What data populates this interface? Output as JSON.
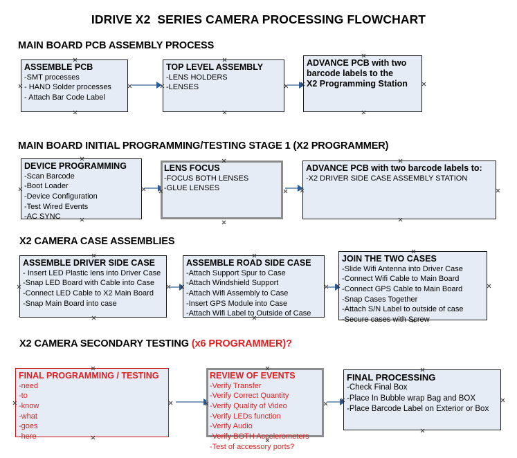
{
  "document": {
    "title": "IDRIVE X2  SERIES CAMERA PROCESSING FLOWCHART"
  },
  "colors": {
    "node_fill": "#e6ecf6",
    "node_border": "#1a1a1a",
    "selected_border": "#8c8c8c",
    "accent_red": "#e02020",
    "connector": "#7f9dc0",
    "arrow": "#2a5c9a"
  },
  "sections": [
    {
      "id": "main-board-pcb-assembly",
      "heading": "MAIN BOARD PCB ASSEMBLY PROCESS",
      "heading_accent": ""
    },
    {
      "id": "main-board-initial-programming",
      "heading": "MAIN BOARD INITIAL PROGRAMMING/TESTING STAGE 1 (X2 PROGRAMMER)",
      "heading_accent": ""
    },
    {
      "id": "x2-camera-case-assemblies",
      "heading": "X2 CAMERA CASE ASSEMBLIES",
      "heading_accent": ""
    },
    {
      "id": "x2-camera-secondary-testing",
      "heading": "X2 CAMERA SECONDARY TESTING ",
      "heading_accent": "(x6 PROGRAMMER)?"
    }
  ],
  "nodes": [
    {
      "id": "assemble-pcb",
      "title": "ASSEMBLE PCB",
      "lines": [
        "-SMT processes",
        "- HAND Solder processes",
        "- Attach Bar Code Label"
      ]
    },
    {
      "id": "top-level-assembly",
      "title": "TOP LEVEL ASSEMBLY",
      "lines": [
        "-LENS HOLDERS",
        "-LENSES"
      ]
    },
    {
      "id": "advance-pcb-programming-station",
      "title": "ADVANCE PCB with two",
      "lines": [
        "barcode labels to the",
        " X2 Programming Station"
      ]
    },
    {
      "id": "device-programming",
      "title": "DEVICE PROGRAMMING",
      "lines": [
        "-Scan Barcode",
        "-Boot Loader",
        "-Device Configuration",
        "-Test Wired Events",
        "-AC SYNC"
      ]
    },
    {
      "id": "lens-focus",
      "title": "LENS FOCUS",
      "lines": [
        "-FOCUS BOTH LENSES",
        "-GLUE LENSES"
      ]
    },
    {
      "id": "advance-pcb-driver-side-case",
      "title": "ADVANCE PCB with two barcode labels to:",
      "lines": [
        "-X2 DRIVER  SIDE  CASE  ASSEMBLY STATION"
      ]
    },
    {
      "id": "assemble-driver-side-case",
      "title": "ASSEMBLE DRIVER SIDE CASE",
      "lines": [
        "- Insert LED Plastic lens into Driver Case",
        "-Snap LED Board with Cable into Case",
        "-Connect LED Cable to X2 Main Board",
        "-Snap Main Board into case"
      ]
    },
    {
      "id": "assemble-road-side-case",
      "title": "ASSEMBLE ROAD SIDE CASE",
      "lines": [
        "-Attach Support Spur to Case",
        "-Attach Windshield Support",
        "-Attach Wifi Assembly to Case",
        "-Insert GPS Module into Case",
        "-Attach Wifi Label to Outside of Case"
      ]
    },
    {
      "id": "join-the-two-cases",
      "title": "JOIN THE TWO CASES",
      "lines": [
        "-Slide Wifi Antenna into Driver Case",
        "-Connect Wifi Cable to Main Board",
        "-Connect GPS Cable to Main Board",
        "-Snap Cases Together",
        "-Attach S/N Label to outside of case",
        "-Secure cases with Screw"
      ]
    },
    {
      "id": "final-programming-testing",
      "title": "FINAL PROGRAMMING / TESTING",
      "lines": [
        "-need",
        "-to",
        "-know",
        "-what",
        "-goes",
        "-here"
      ]
    },
    {
      "id": "review-of-events",
      "title": "REVIEW OF EVENTS",
      "lines": [
        "-Verify Transfer",
        "-Verify Correct Quantity",
        "-Verify Quality of Video",
        "-Verify LEDs function",
        "-Verify Audio",
        "-Verify BOTH Accelerometers",
        "-Test of accessory ports?"
      ]
    },
    {
      "id": "final-processing",
      "title": "FINAL PROCESSING",
      "lines": [
        " -Check Final Box",
        "-Place In Bubble wrap Bag and BOX",
        "-Place Barcode Label on Exterior or Box"
      ]
    }
  ]
}
